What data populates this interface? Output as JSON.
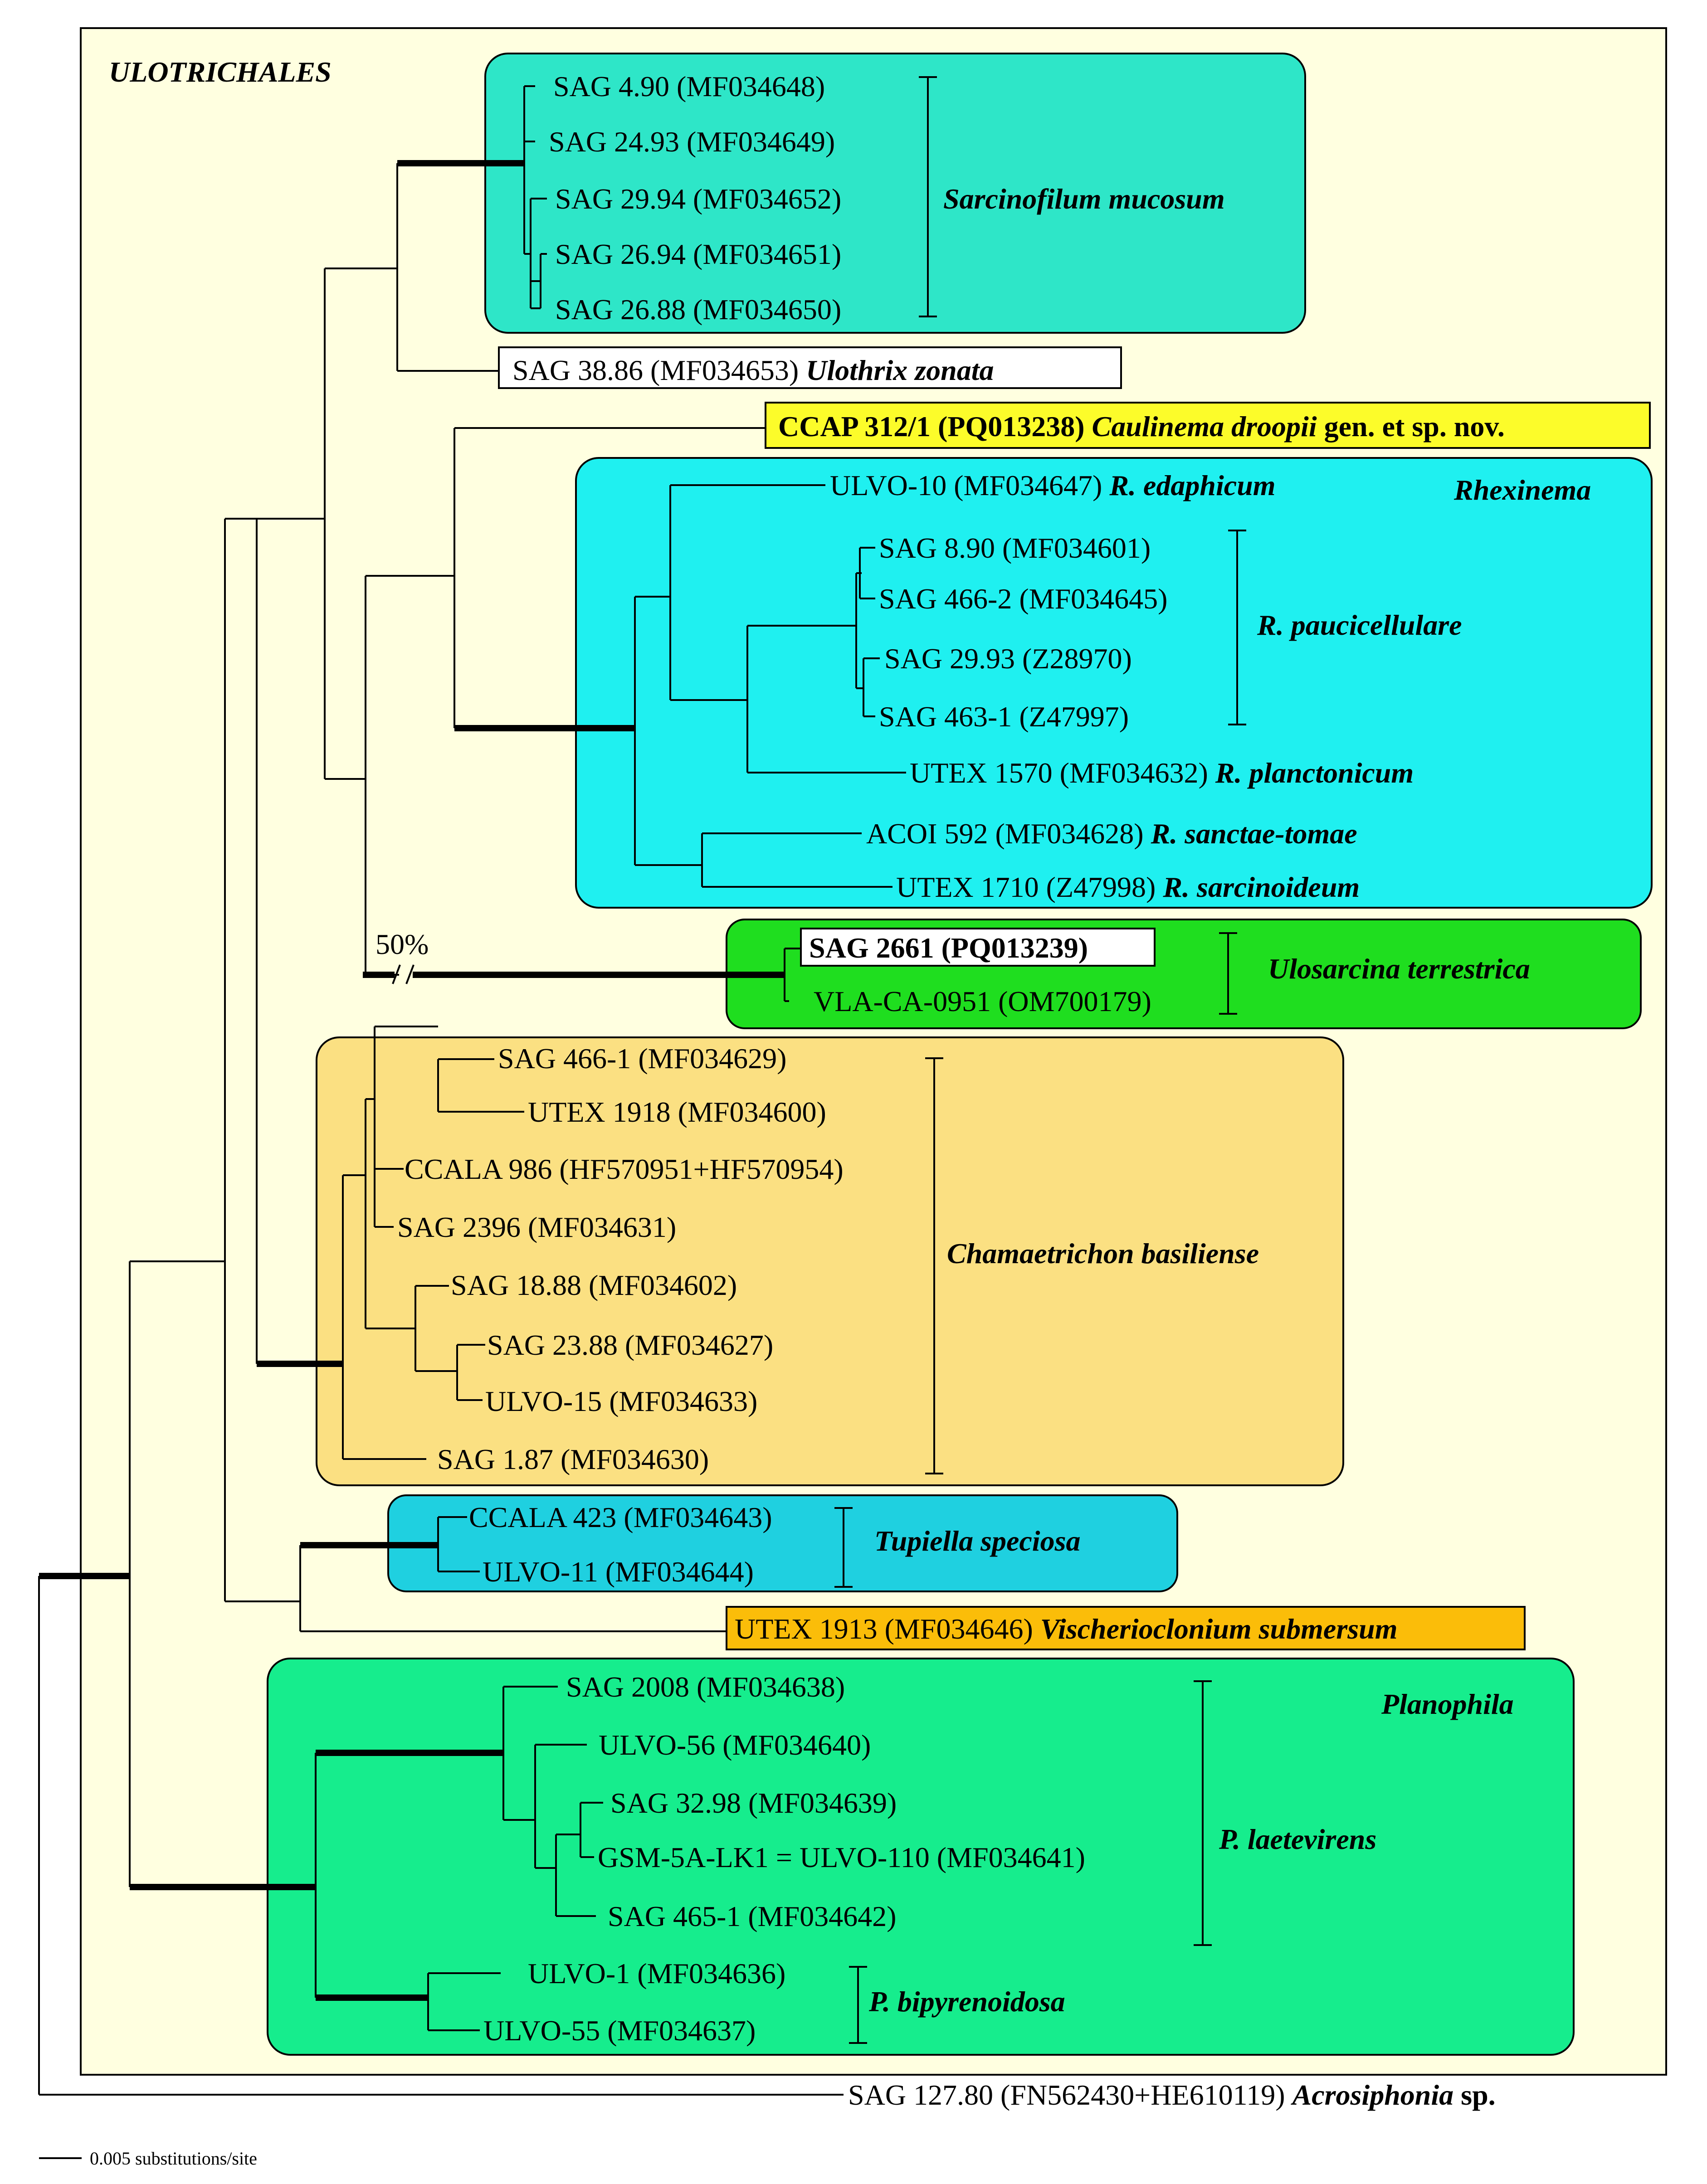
{
  "order_title": "ULOTRICHALES",
  "scale_label": "0.005 substitutions/site",
  "break_label": "50%",
  "colors": {
    "background": "#ffffe0",
    "sarcinofilum": "#2ee6c8",
    "rhexinema": "#1ff0f0",
    "ulosarcina": "#1fde1f",
    "chamaetrichon": "#fbe082",
    "tupiella": "#1fd0e0",
    "vischerioclonium": "#fbbd09",
    "planophila": "#16ed8d",
    "caulinema": "#fcfc2a"
  },
  "clades": {
    "sarcinofilum": "Sarcinofilum mucosum",
    "rhexinema_genus": "Rhexinema",
    "r_paucicellulare": "R. paucicellulare",
    "ulosarcina": "Ulosarcina terrestrica",
    "chamaetrichon": "Chamaetrichon basiliense",
    "tupiella": "Tupiella speciosa",
    "planophila_genus": "Planophila",
    "p_laetevirens": "P. laetevirens",
    "p_bipyrenoidosa": "P. bipyrenoidosa"
  },
  "taxa": {
    "sag490": "SAG 4.90 (MF034648)",
    "sag2493": "SAG 24.93 (MF034649)",
    "sag2994": "SAG 29.94 (MF034652)",
    "sag2694": "SAG 26.94 (MF034651)",
    "sag2688": "SAG 26.88 (MF034650)",
    "sag3886": "SAG 38.86 (MF034653)",
    "sag3886_sp": "Ulothrix zonata",
    "ccap": "CCAP 312/1 (PQ013238)",
    "ccap_sp": "Caulinema droopii",
    "ccap_note": "gen. et sp. nov.",
    "ulvo10": "ULVO-10 (MF034647)",
    "ulvo10_sp": "R. edaphicum",
    "sag890": "SAG 8.90 (MF034601)",
    "sag4662": "SAG 466-2 (MF034645)",
    "sag2993": "SAG 29.93 (Z28970)",
    "sag4631": "SAG 463-1 (Z47997)",
    "utex1570": "UTEX 1570 (MF034632)",
    "utex1570_sp": "R. planctonicum",
    "acoi592": "ACOI 592 (MF034628)",
    "acoi592_sp": "R. sanctae-tomae",
    "utex1710": "UTEX 1710 (Z47998)",
    "utex1710_sp": "R. sarcinoideum",
    "sag2661": "SAG 2661 (PQ013239)",
    "vla": "VLA-CA-0951 (OM700179)",
    "sag4661": "SAG 466-1 (MF034629)",
    "utex1918": "UTEX 1918 (MF034600)",
    "ccala986": "CCALA 986 (HF570951+HF570954)",
    "sag2396": "SAG 2396 (MF034631)",
    "sag1888": "SAG 18.88 (MF034602)",
    "sag2388": "SAG 23.88 (MF034627)",
    "ulvo15": "ULVO-15 (MF034633)",
    "sag187": "SAG 1.87 (MF034630)",
    "ccala423": "CCALA 423 (MF034643)",
    "ulvo11": "ULVO-11 (MF034644)",
    "utex1913": "UTEX 1913 (MF034646)",
    "utex1913_sp": "Vischerioclonium submersum",
    "sag2008": "SAG 2008 (MF034638)",
    "ulvo56": "ULVO-56 (MF034640)",
    "sag3298": "SAG 32.98 (MF034639)",
    "gsm": "GSM-5A-LK1 = ULVO-110 (MF034641)",
    "sag4651": "SAG 465-1 (MF034642)",
    "ulvo1": "ULVO-1 (MF034636)",
    "ulvo55": "ULVO-55 (MF034637)",
    "sag12780": "SAG 127.80 (FN562430+HE610119)",
    "sag12780_sp": "Acrosiphonia",
    "sag12780_suffix": "sp."
  }
}
